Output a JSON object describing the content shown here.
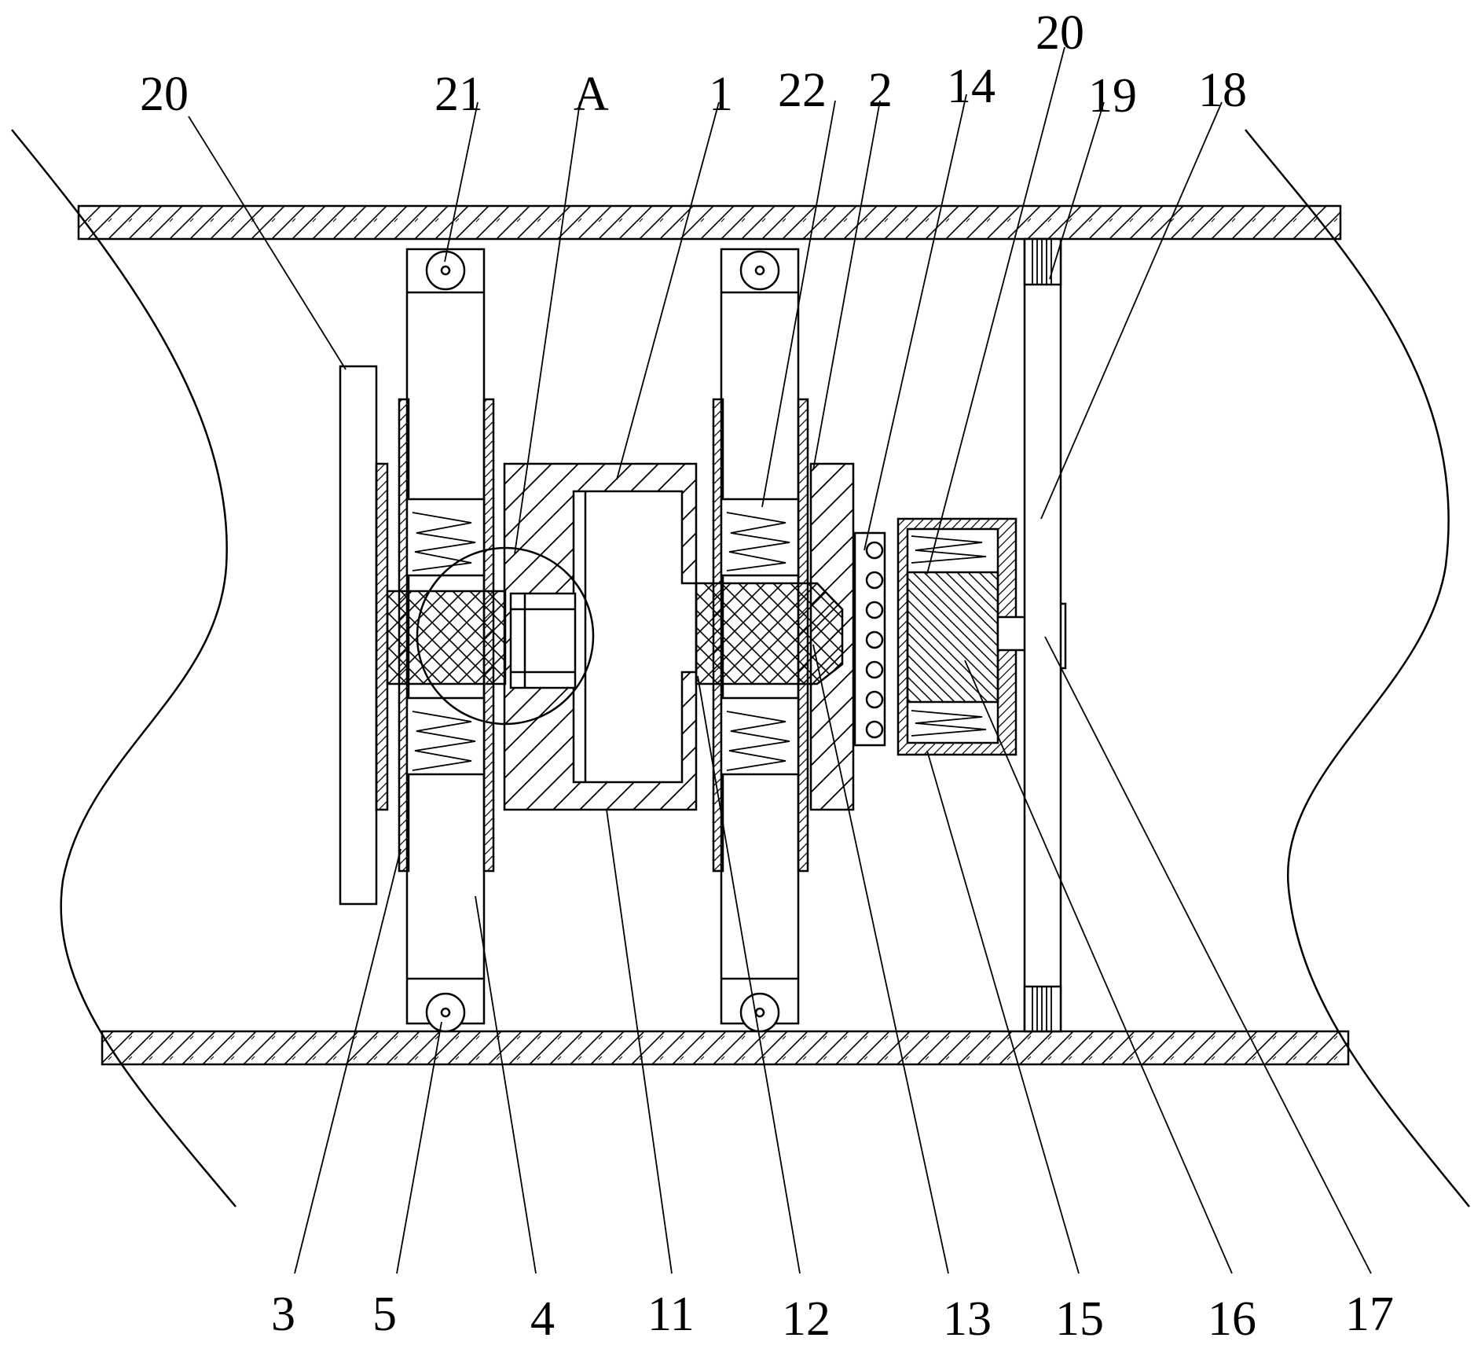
{
  "figure": {
    "top_labels": [
      {
        "id": "20-left",
        "text": "20"
      },
      {
        "id": "21",
        "text": "21"
      },
      {
        "id": "A",
        "text": "A"
      },
      {
        "id": "1",
        "text": "1"
      },
      {
        "id": "22",
        "text": "22"
      },
      {
        "id": "2",
        "text": "2"
      },
      {
        "id": "14",
        "text": "14"
      },
      {
        "id": "20-right",
        "text": "20"
      },
      {
        "id": "19",
        "text": "19"
      },
      {
        "id": "18",
        "text": "18"
      }
    ],
    "bottom_labels": [
      {
        "id": "3",
        "text": "3"
      },
      {
        "id": "5",
        "text": "5"
      },
      {
        "id": "4",
        "text": "4"
      },
      {
        "id": "11",
        "text": "11"
      },
      {
        "id": "12",
        "text": "12"
      },
      {
        "id": "13",
        "text": "13"
      },
      {
        "id": "15",
        "text": "15"
      },
      {
        "id": "16",
        "text": "16"
      },
      {
        "id": "17",
        "text": "17"
      }
    ]
  }
}
